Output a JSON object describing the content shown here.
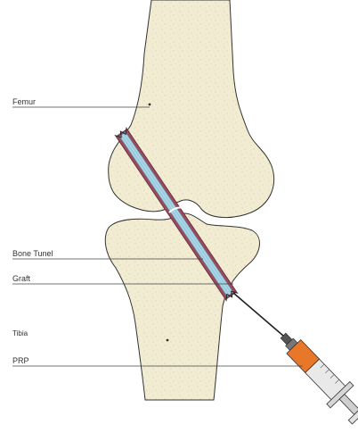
{
  "labels": {
    "femur": "Femur",
    "bone_tunnel": "Bone Tunel",
    "graft": "Graft",
    "tibia": "Tibia",
    "prp": "PRP"
  },
  "colors": {
    "bone_fill": "#f2ecd2",
    "bone_outline": "#333333",
    "tunnel": "#9a4a5e",
    "graft": "#a9d6e6",
    "syringe_barrel": "#e9e9e9",
    "syringe_plasma": "#e9772a",
    "leader_line": "#444444"
  },
  "icons": {
    "syringe": "syringe-icon",
    "needle": "needle-icon",
    "suture": "suture-icon"
  }
}
